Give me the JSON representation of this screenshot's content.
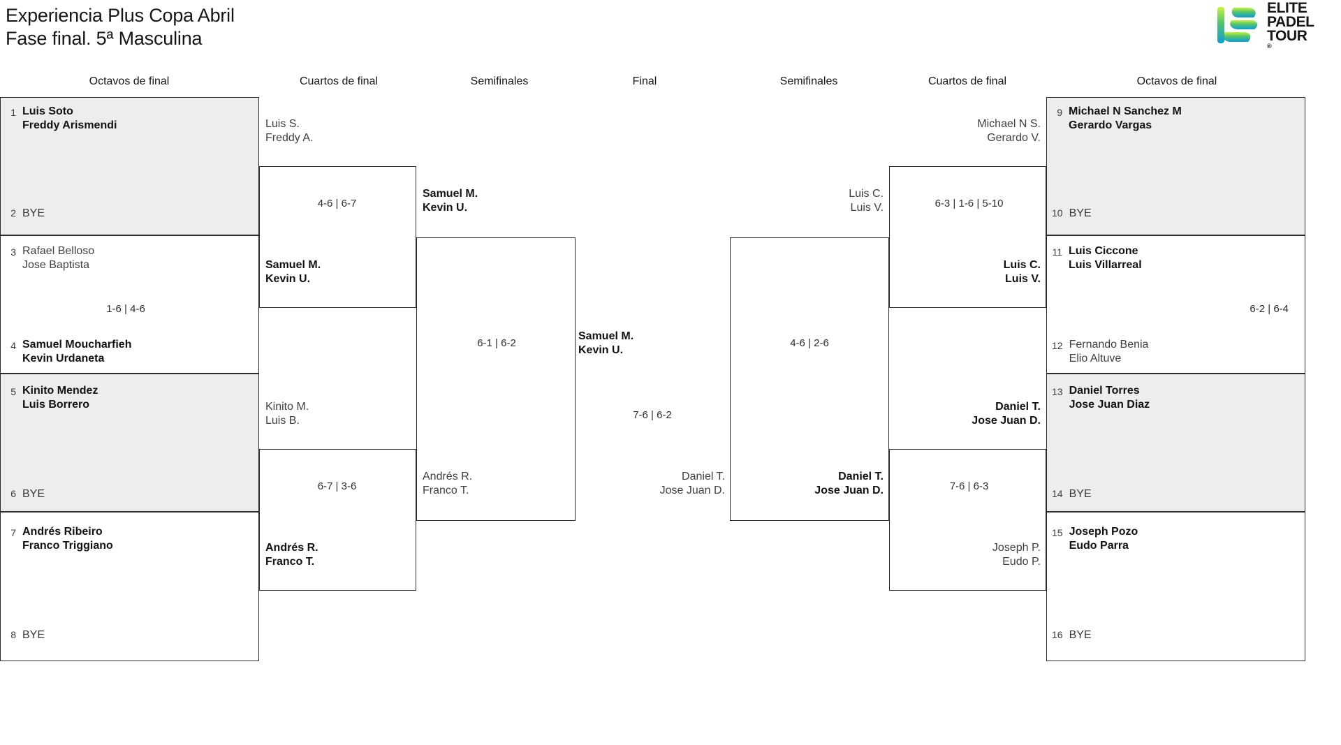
{
  "header": {
    "title_line1": "Experiencia Plus Copa Abril",
    "title_line2": "Fase final. 5ª Masculina"
  },
  "logo": {
    "line1": "ELITE",
    "line2": "PADEL",
    "line3": "TOUR",
    "registered": "®",
    "color_top": "#b9f03a",
    "color_mid": "#3fbf6e",
    "color_bottom": "#0e9fd0"
  },
  "rounds": {
    "left_r16": "Octavos de final",
    "left_qf": "Cuartos de final",
    "left_sf": "Semifinales",
    "final": "Final",
    "right_sf": "Semifinales",
    "right_qf": "Cuartos de final",
    "right_r16": "Octavos de final"
  },
  "left_r16": {
    "s1": {
      "num": "1",
      "players": "Luis Soto\nFreddy Arismendi"
    },
    "s2": {
      "num": "2",
      "players": "BYE"
    },
    "s3": {
      "num": "3",
      "players": "Rafael Belloso\nJose Baptista"
    },
    "s4": {
      "num": "4",
      "players": "Samuel Moucharfieh\nKevin Urdaneta"
    },
    "s5": {
      "num": "5",
      "players": "Kinito Mendez\nLuis Borrero"
    },
    "s6": {
      "num": "6",
      "players": "BYE"
    },
    "s7": {
      "num": "7",
      "players": "Andrés Ribeiro\nFranco Triggiano"
    },
    "s8": {
      "num": "8",
      "players": "BYE"
    },
    "score_3_4": "1-6 | 4-6"
  },
  "left_qf": {
    "top_team": "Luis S.\nFreddy A.",
    "bottom_team": "Samuel M.\nKevin U.",
    "score_top": "4-6 | 6-7",
    "lower_top_team": "Kinito M.\nLuis B.",
    "lower_bottom_team": "Andrés R.\nFranco T.",
    "score_bottom": "6-7 | 3-6"
  },
  "left_sf": {
    "top_team": "Samuel M.\nKevin U.",
    "bottom_team": "Andrés R.\nFranco T.",
    "score": "6-1 | 6-2"
  },
  "final": {
    "left_team": "Samuel M.\nKevin U.",
    "right_team": "Daniel T.\nJose Juan D.",
    "score": "7-6 | 6-2"
  },
  "right_sf": {
    "top_team": "Luis C.\nLuis V.",
    "bottom_team": "Daniel T.\nJose Juan D.",
    "score": "4-6 | 2-6"
  },
  "right_qf": {
    "top_team": "Michael N S.\nGerardo V.",
    "bottom_team": "Luis C.\nLuis V.",
    "score_top": "6-3 | 1-6 | 5-10",
    "lower_top_team": "Daniel T.\nJose Juan D.",
    "lower_bottom_team": "Joseph P.\nEudo P.",
    "score_bottom": "7-6 | 6-3"
  },
  "right_r16": {
    "s9": {
      "num": "9",
      "players": "Michael N Sanchez M\nGerardo Vargas"
    },
    "s10": {
      "num": "10",
      "players": "BYE"
    },
    "s11": {
      "num": "11",
      "players": "Luis Ciccone\nLuis Villarreal"
    },
    "s12": {
      "num": "12",
      "players": "Fernando Benia\nElio Altuve"
    },
    "s13": {
      "num": "13",
      "players": "Daniel Torres\nJose Juan Diaz"
    },
    "s14": {
      "num": "14",
      "players": "BYE"
    },
    "s15": {
      "num": "15",
      "players": "Joseph Pozo\nEudo Parra"
    },
    "s16": {
      "num": "16",
      "players": "BYE"
    },
    "score_11_12": "6-2 | 6-4"
  },
  "bracket_structure": {
    "type": "single-elimination",
    "draw_size": 16,
    "rounds": [
      "Octavos de final",
      "Cuartos de final",
      "Semifinales",
      "Final"
    ],
    "champion": "Samuel M. / Kevin U."
  }
}
